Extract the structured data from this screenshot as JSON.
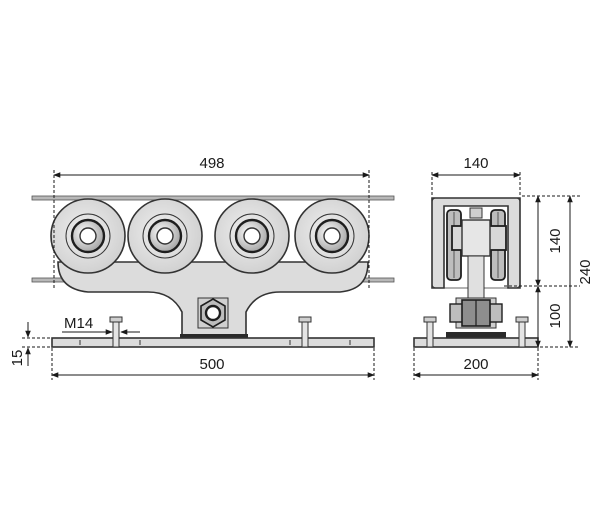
{
  "dimensions": {
    "rail_length": "498",
    "plate_length": "500",
    "bolt_size": "M14",
    "plate_thickness": "15",
    "top_width": "140",
    "body_height": "140",
    "total_height": "240",
    "bracket_height": "100",
    "base_width": "200"
  },
  "colors": {
    "metal_fill": "#dcdcdc",
    "metal_dark": "#a8a8a8",
    "rail_fill": "#b8b8b8",
    "outline": "#333333",
    "accent_dark": "#1e1e1e"
  }
}
